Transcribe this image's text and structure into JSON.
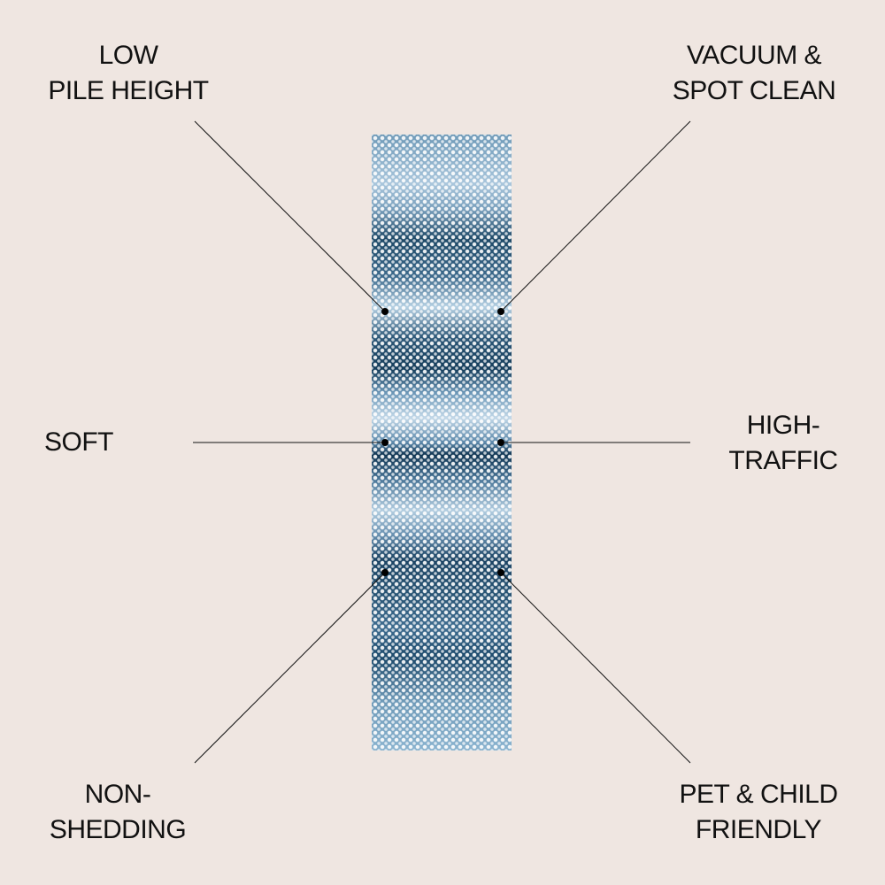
{
  "features": {
    "low_pile": [
      "LOW",
      "PILE HEIGHT"
    ],
    "vacuum": [
      "VACUUM &",
      "SPOT CLEAN"
    ],
    "soft": [
      "SOFT"
    ],
    "high_traffic": [
      "HIGH-",
      "TRAFFIC"
    ],
    "non_shedding": [
      "NON-",
      "SHEDDING"
    ],
    "pet_child": [
      "PET & CHILD",
      "FRIENDLY"
    ]
  },
  "colors": {
    "background": "#efe6e1",
    "line": "#111111"
  }
}
